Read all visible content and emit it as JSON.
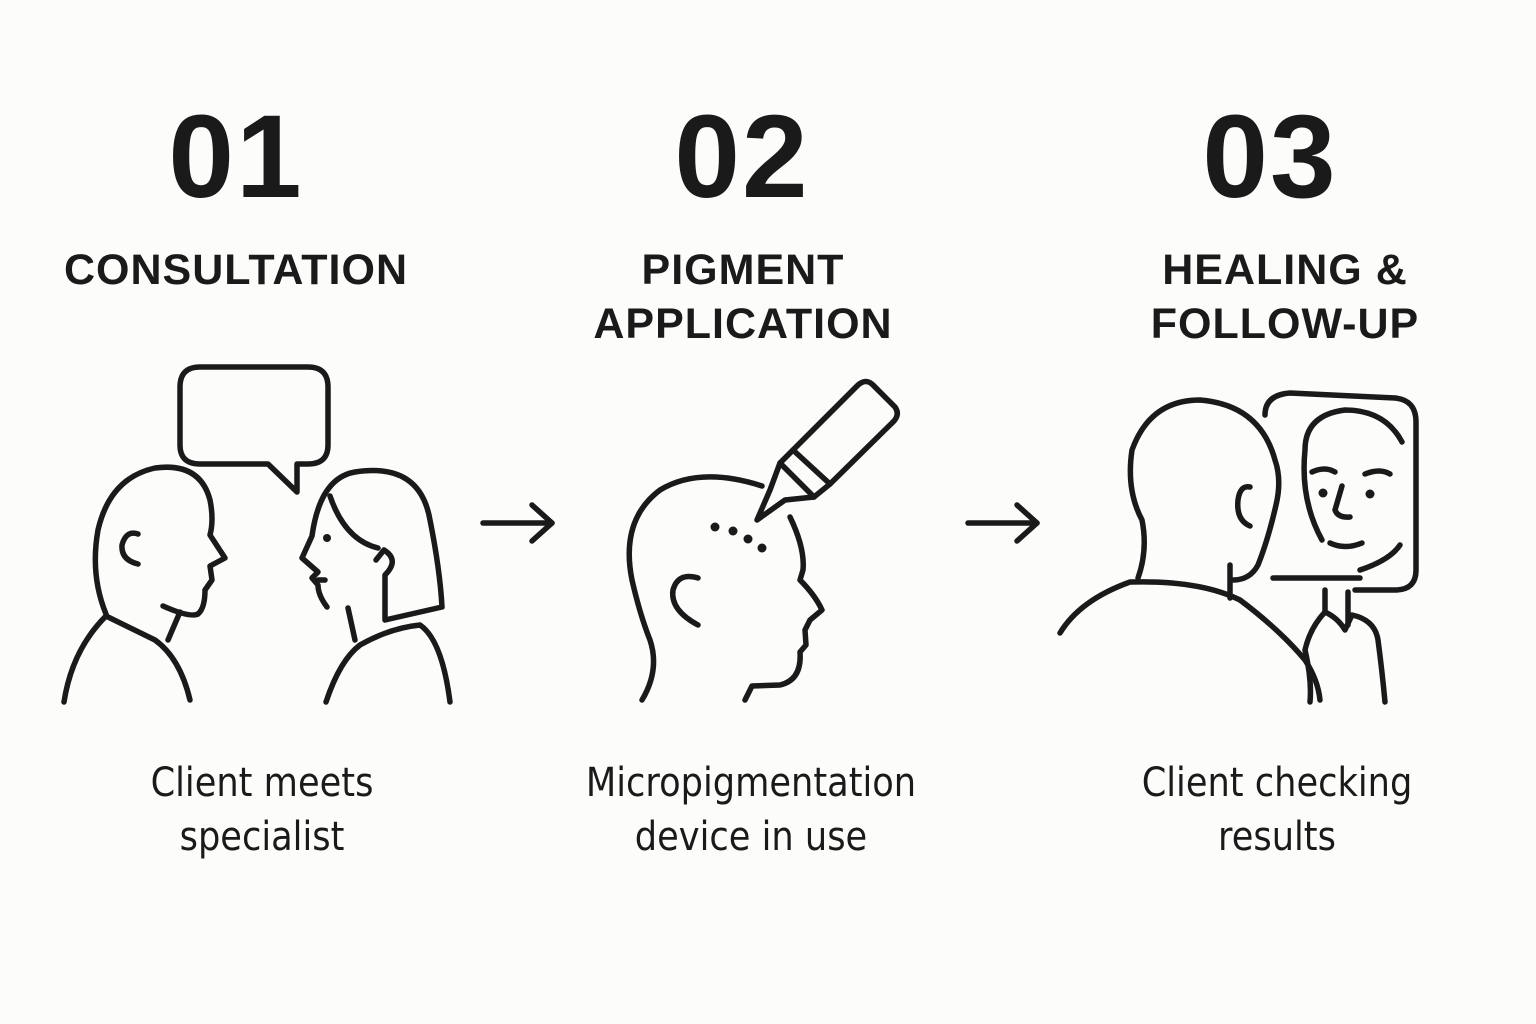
{
  "steps": [
    {
      "number": "01",
      "title_lines": [
        "CONSULTATION"
      ],
      "description_lines": [
        "Client meets",
        "specialist"
      ],
      "icon": "two-people-conversation-icon"
    },
    {
      "number": "02",
      "title_lines": [
        "PIGMENT",
        "APPLICATION"
      ],
      "description_lines": [
        "Micropigmentation",
        "device in use"
      ],
      "icon": "head-pigment-device-icon"
    },
    {
      "number": "03",
      "title_lines": [
        "HEALING &",
        "FOLLOW-UP"
      ],
      "description_lines": [
        "Client checking",
        "results"
      ],
      "icon": "person-mirror-icon"
    }
  ],
  "connector": "right-arrow-icon",
  "colors": {
    "background": "#fcfcfa",
    "ink": "#1a1a1a"
  }
}
